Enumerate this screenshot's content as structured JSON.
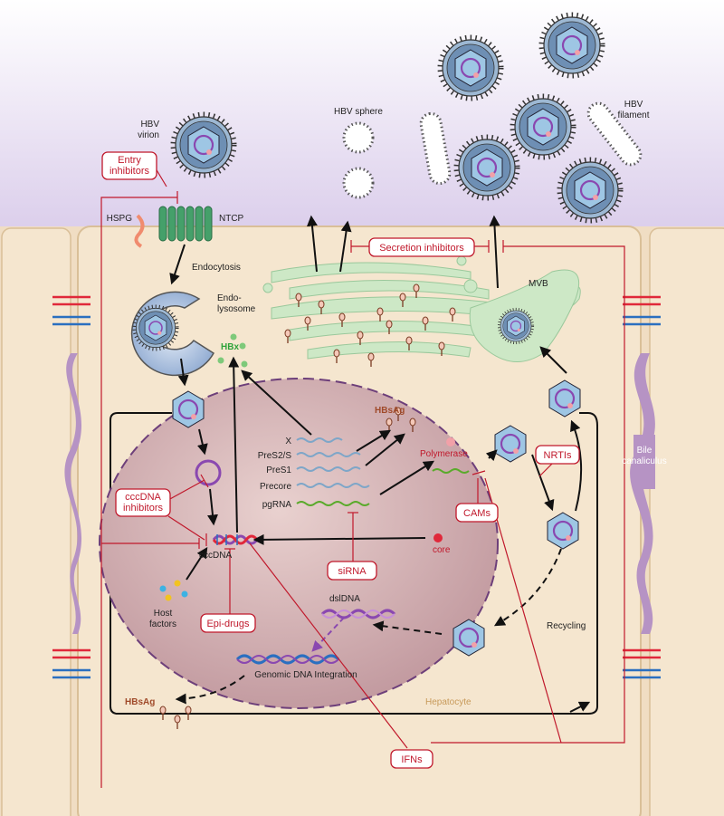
{
  "labels": {
    "hbv_virion": "HBV\nvirion",
    "hbv_sphere": "HBV sphere",
    "hbv_filament": "HBV\nfilament",
    "hspg": "HSPG",
    "ntcp": "NTCP",
    "endocytosis": "Endocytosis",
    "endolysosome": "Endo-\nlysosome",
    "mvb": "MVB",
    "hbx": "HBx",
    "hbsag_top": "HBsAg",
    "hbsag_bottom": "HBsAg",
    "x": "X",
    "pres2s": "PreS2/S",
    "pres1": "PreS1",
    "precore": "Precore",
    "pgrna": "pgRNA",
    "polymerase": "Polymerase",
    "core": "core",
    "cccdna": "cccDNA",
    "host_factors": "Host\nfactors",
    "dsldna": "dslDNA",
    "integration": "Genomic DNA Integration",
    "recycling": "Recycling",
    "hepatocyte": "Hepatocyte",
    "bile_canaliculus": "Bile\ncanaliculus"
  },
  "drug_boxes": {
    "entry": "Entry\ninhibitors",
    "secretion": "Secretion inhibitors",
    "cccdna": "cccDNA\ninhibitors",
    "epi": "Epi-drugs",
    "sirna": "siRNA",
    "cams": "CAMs",
    "nrtis": "NRTIs",
    "ifns": "IFNs"
  },
  "colors": {
    "sky": "#e3d8ef",
    "cell": "#f5e6cf",
    "cell_border": "#e7d1b1",
    "nucleus": "#cfa4a8",
    "er": "#cde8c6",
    "canaliculus": "#b693c4",
    "inhibitor": "#c0182b",
    "virion_blue": "#7ea6c8"
  }
}
